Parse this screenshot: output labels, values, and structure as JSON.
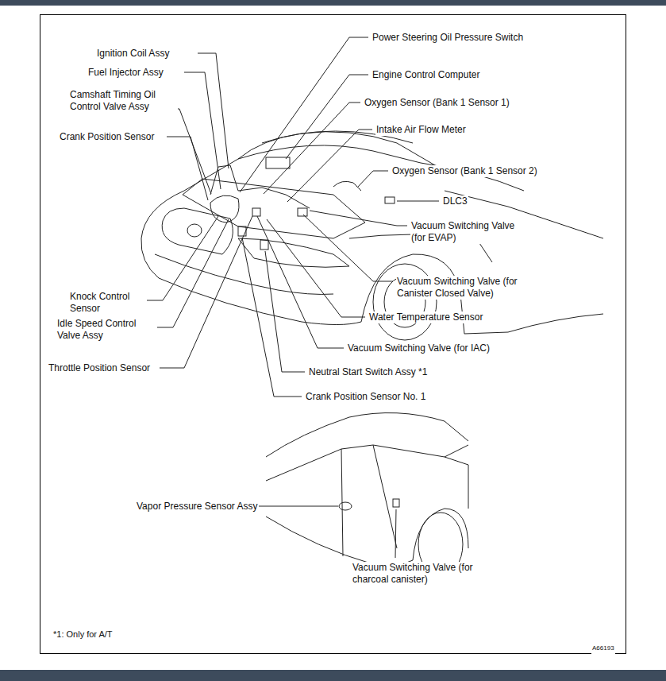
{
  "diagram": {
    "labels": [
      "Ignition Coil Assy",
      "Fuel Injector Assy",
      "Camshaft Timing Oil Control Valve Assy",
      "Crank Position Sensor",
      "Power Steering Oil Pressure Switch",
      "Engine Control Computer",
      "Oxygen Sensor (Bank 1 Sensor 1)",
      "Intake Air Flow Meter",
      "Oxygen Sensor (Bank 1 Sensor 2)",
      "DLC3",
      "Vacuum Switching Valve (for EVAP)",
      "Vacuum Switching Valve (for Canister Closed Valve)",
      "Water Temperature Sensor",
      "Vacuum Switching Valve (for IAC)",
      "Neutral Start Switch Assy *1",
      "Crank Position Sensor No. 1",
      "Knock Control Sensor",
      "Idle Speed Control Valve Assy",
      "Throttle Position Sensor",
      "Vapor Pressure Sensor Assy",
      "Vacuum Switching Valve (for charcoal canister)",
      "*1: Only for A/T",
      "A66193"
    ]
  }
}
